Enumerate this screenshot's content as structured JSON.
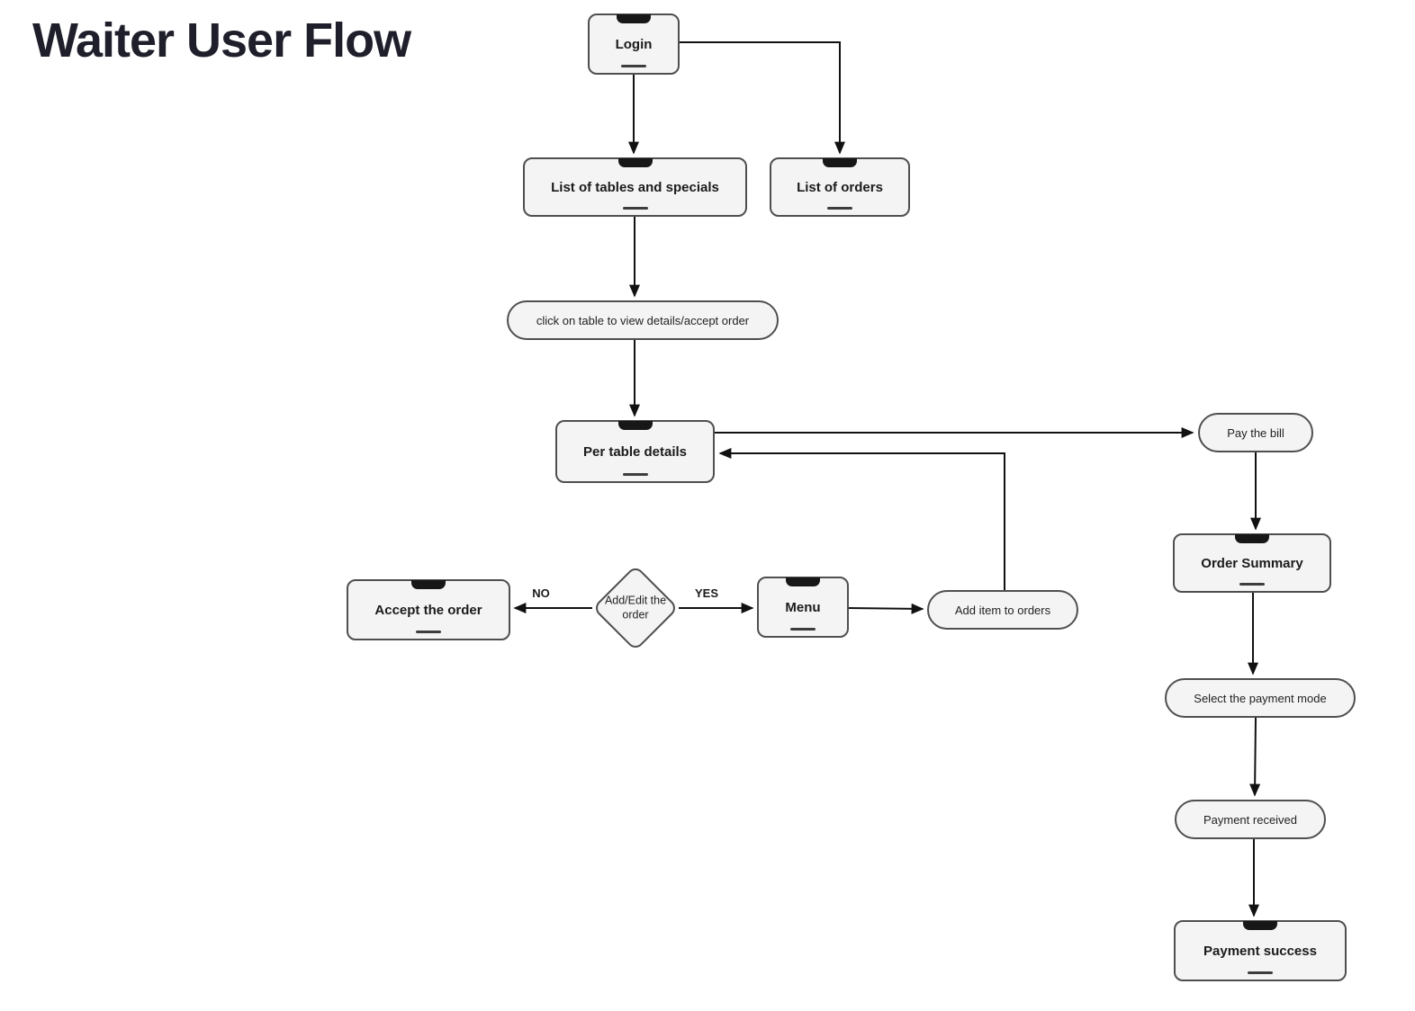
{
  "title": "Waiter User Flow",
  "diagram": {
    "nodes": {
      "login": {
        "label": "Login",
        "type": "screen"
      },
      "list_tables": {
        "label": "List of tables and specials",
        "type": "screen"
      },
      "list_orders": {
        "label": "List of orders",
        "type": "screen"
      },
      "click_table": {
        "label": "click on table to view details/accept order",
        "type": "pill"
      },
      "per_table": {
        "label": "Per table details",
        "type": "screen"
      },
      "pay_bill": {
        "label": "Pay the bill",
        "type": "pill"
      },
      "order_summary": {
        "label": "Order Summary",
        "type": "screen"
      },
      "select_payment": {
        "label": "Select the payment mode",
        "type": "pill"
      },
      "payment_received": {
        "label": "Payment received",
        "type": "pill"
      },
      "payment_success": {
        "label": "Payment success",
        "type": "screen"
      },
      "add_edit_decision": {
        "label": "Add/Edit the order",
        "type": "decision"
      },
      "accept_order": {
        "label": "Accept the order",
        "type": "screen"
      },
      "menu": {
        "label": "Menu",
        "type": "screen"
      },
      "add_item": {
        "label": "Add item to orders",
        "type": "pill"
      }
    },
    "edge_labels": {
      "no": "NO",
      "yes": "YES"
    }
  },
  "colors": {
    "background": "#ffffff",
    "node_fill": "#f4f4f4",
    "node_border": "#4f4f4f",
    "notch": "#171717",
    "arrow": "#111111",
    "title_text": "#1f1f2b",
    "label_text": "#1b1b1b"
  }
}
